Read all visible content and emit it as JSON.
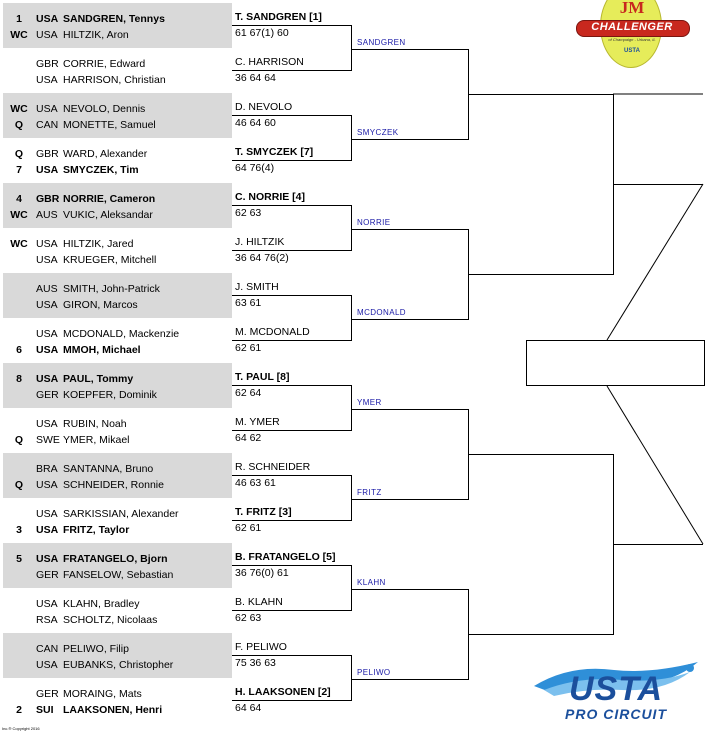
{
  "players": [
    {
      "seed": "1",
      "country": "USA",
      "name": "SANDGREN, Tennys",
      "bold": true
    },
    {
      "seed": "WC",
      "country": "USA",
      "name": "HILTZIK, Aron",
      "bold": false
    },
    {
      "seed": "",
      "country": "GBR",
      "name": "CORRIE, Edward",
      "bold": false
    },
    {
      "seed": "",
      "country": "USA",
      "name": "HARRISON, Christian",
      "bold": false
    },
    {
      "seed": "WC",
      "country": "USA",
      "name": "NEVOLO, Dennis",
      "bold": false
    },
    {
      "seed": "Q",
      "country": "CAN",
      "name": "MONETTE, Samuel",
      "bold": false
    },
    {
      "seed": "Q",
      "country": "GBR",
      "name": "WARD, Alexander",
      "bold": false
    },
    {
      "seed": "7",
      "country": "USA",
      "name": "SMYCZEK, Tim",
      "bold": true
    },
    {
      "seed": "4",
      "country": "GBR",
      "name": "NORRIE, Cameron",
      "bold": true
    },
    {
      "seed": "WC",
      "country": "AUS",
      "name": "VUKIC, Aleksandar",
      "bold": false
    },
    {
      "seed": "WC",
      "country": "USA",
      "name": "HILTZIK, Jared",
      "bold": false
    },
    {
      "seed": "",
      "country": "USA",
      "name": "KRUEGER, Mitchell",
      "bold": false
    },
    {
      "seed": "",
      "country": "AUS",
      "name": "SMITH, John-Patrick",
      "bold": false
    },
    {
      "seed": "",
      "country": "USA",
      "name": "GIRON, Marcos",
      "bold": false
    },
    {
      "seed": "",
      "country": "USA",
      "name": "MCDONALD, Mackenzie",
      "bold": false
    },
    {
      "seed": "6",
      "country": "USA",
      "name": "MMOH, Michael",
      "bold": true
    },
    {
      "seed": "8",
      "country": "USA",
      "name": "PAUL, Tommy",
      "bold": true
    },
    {
      "seed": "",
      "country": "GER",
      "name": "KOEPFER, Dominik",
      "bold": false
    },
    {
      "seed": "",
      "country": "USA",
      "name": "RUBIN, Noah",
      "bold": false
    },
    {
      "seed": "Q",
      "country": "SWE",
      "name": "YMER, Mikael",
      "bold": false
    },
    {
      "seed": "",
      "country": "BRA",
      "name": "SANTANNA, Bruno",
      "bold": false
    },
    {
      "seed": "Q",
      "country": "USA",
      "name": "SCHNEIDER, Ronnie",
      "bold": false
    },
    {
      "seed": "",
      "country": "USA",
      "name": "SARKISSIAN, Alexander",
      "bold": false
    },
    {
      "seed": "3",
      "country": "USA",
      "name": "FRITZ, Taylor",
      "bold": true
    },
    {
      "seed": "5",
      "country": "USA",
      "name": "FRATANGELO, Bjorn",
      "bold": true
    },
    {
      "seed": "",
      "country": "GER",
      "name": "FANSELOW, Sebastian",
      "bold": false
    },
    {
      "seed": "",
      "country": "USA",
      "name": "KLAHN, Bradley",
      "bold": false
    },
    {
      "seed": "",
      "country": "RSA",
      "name": "SCHOLTZ, Nicolaas",
      "bold": false
    },
    {
      "seed": "",
      "country": "CAN",
      "name": "PELIWO, Filip",
      "bold": false
    },
    {
      "seed": "",
      "country": "USA",
      "name": "EUBANKS, Christopher",
      "bold": false
    },
    {
      "seed": "",
      "country": "GER",
      "name": "MORAING, Mats",
      "bold": false
    },
    {
      "seed": "2",
      "country": "SUI",
      "name": "LAAKSONEN, Henri",
      "bold": true
    }
  ],
  "round2": [
    {
      "winner": "T. SANDGREN [1]",
      "score": "61 67(1) 60",
      "bold": true
    },
    {
      "winner": "C. HARRISON",
      "score": "36 64 64",
      "bold": false
    },
    {
      "winner": "D. NEVOLO",
      "score": "46 64 60",
      "bold": false
    },
    {
      "winner": "T. SMYCZEK [7]",
      "score": "64 76(4)",
      "bold": true
    },
    {
      "winner": "C. NORRIE [4]",
      "score": "62 63",
      "bold": true
    },
    {
      "winner": "J. HILTZIK",
      "score": "36 64 76(2)",
      "bold": false
    },
    {
      "winner": "J. SMITH",
      "score": "63 61",
      "bold": false
    },
    {
      "winner": "M. MCDONALD",
      "score": "62 61",
      "bold": false
    },
    {
      "winner": "T. PAUL [8]",
      "score": "62 64",
      "bold": true
    },
    {
      "winner": "M. YMER",
      "score": "64 62",
      "bold": false
    },
    {
      "winner": "R. SCHNEIDER",
      "score": "46 63 61",
      "bold": false
    },
    {
      "winner": "T. FRITZ [3]",
      "score": "62 61",
      "bold": true
    },
    {
      "winner": "B. FRATANGELO [5]",
      "score": "36 76(0) 61",
      "bold": true
    },
    {
      "winner": "B. KLAHN",
      "score": "62 63",
      "bold": false
    },
    {
      "winner": "F. PELIWO",
      "score": "75 36 63",
      "bold": false
    },
    {
      "winner": "H. LAAKSONEN [2]",
      "score": "64 64",
      "bold": true
    }
  ],
  "quarterfinals": [
    "SANDGREN",
    "SMYCZEK",
    "NORRIE",
    "MCDONALD",
    "YMER",
    "FRITZ",
    "KLAHN",
    "PELIWO"
  ],
  "logo_top": {
    "mark": "JM",
    "word": "CHALLENGER",
    "sub": "of Champaign - Urbana, IL",
    "badge": "USTA"
  },
  "logo_bottom": {
    "word": "USTA",
    "sub": "PRO CIRCUIT"
  },
  "footer": "Inc.® Copyright 2016",
  "colors": {
    "shade": "#d9d9d9",
    "qf_text": "#1a1aa6",
    "usta_blue": "#1b4f9c",
    "usta_light": "#2f8fd8",
    "ball": "#e6ec5a",
    "red": "#c8281e"
  }
}
